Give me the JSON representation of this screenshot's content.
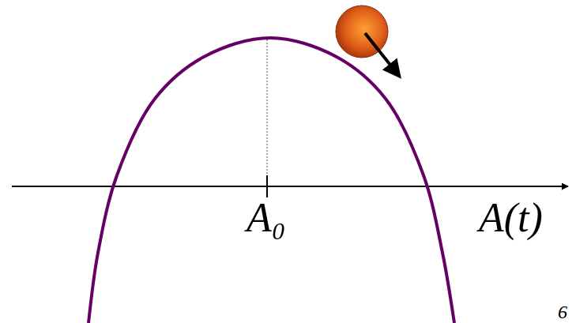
{
  "diagram": {
    "labels": [
      "A₀",
      "A(t)",
      "6"
    ]
  }
}
